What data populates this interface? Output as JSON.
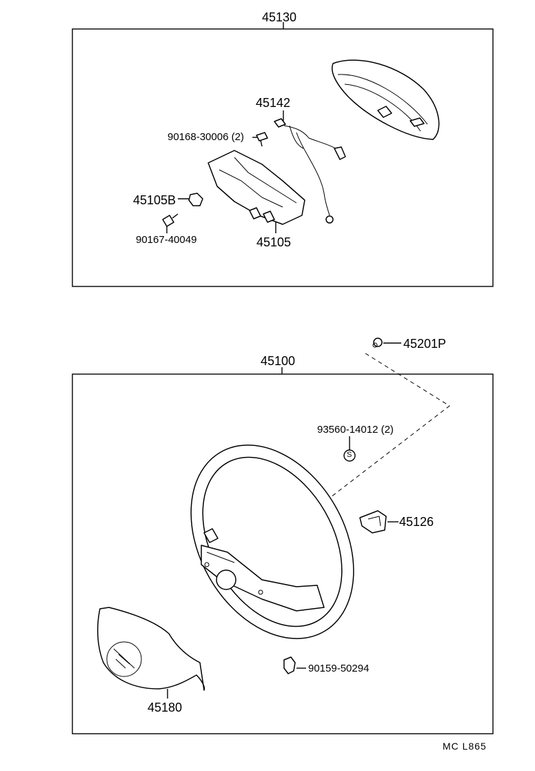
{
  "upper_group": {
    "assembly_label": "45130",
    "parts": {
      "pad_bracket_wire": "45142",
      "bolt_upper": "90168-30006 (2)",
      "nut": "45105B",
      "bolt_lower": "90167-40049",
      "pad_bracket": "45105"
    }
  },
  "lower_group": {
    "assembly_label": "45100",
    "parts": {
      "emblem": "45201P",
      "screw": "93560-14012 (2)",
      "screw_symbol": "S",
      "clip": "45126",
      "bolt": "90159-50294",
      "cover": "45180"
    }
  },
  "footer": {
    "reference": "MC  L865"
  }
}
